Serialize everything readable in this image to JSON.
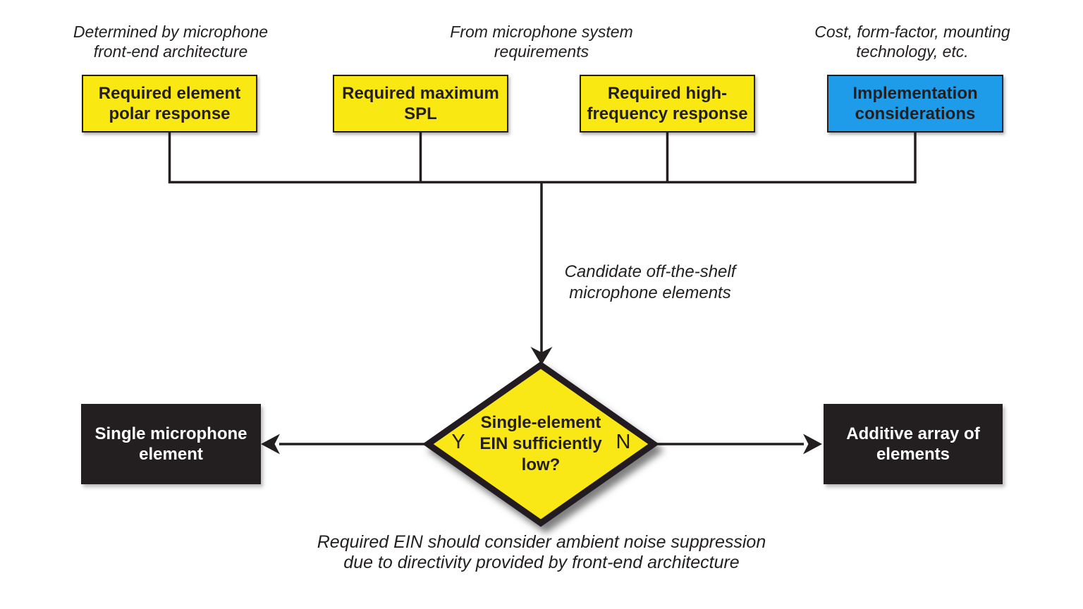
{
  "annotations": {
    "left": "Determined by microphone\nfront-end architecture",
    "middle": "From microphone system\nrequirements",
    "right": "Cost, form-factor, mounting\ntechnology, etc."
  },
  "inputs": [
    {
      "label": "Required element\npolar response",
      "kind": "requirement"
    },
    {
      "label": "Required maximum\nSPL",
      "kind": "requirement"
    },
    {
      "label": "Required high-\nfrequency response",
      "kind": "requirement"
    },
    {
      "label": "Implementation\nconsiderations",
      "kind": "implementation"
    }
  ],
  "flow_label": "Candidate off-the-shelf\nmicrophone elements",
  "decision": {
    "question": "Single-element\nEIN sufficiently\nlow?",
    "yes_label": "Y",
    "no_label": "N"
  },
  "outcomes": {
    "yes": "Single microphone\nelement",
    "no": "Additive array of\nelements"
  },
  "footnote": "Required EIN should consider ambient noise suppression\ndue to directivity provided by front-end architecture",
  "colors": {
    "requirement_fill": "#FAE813",
    "implementation_fill": "#1E9BE9",
    "outcome_fill": "#231F20",
    "decision_fill": "#FAE813",
    "line": "#231F20"
  }
}
